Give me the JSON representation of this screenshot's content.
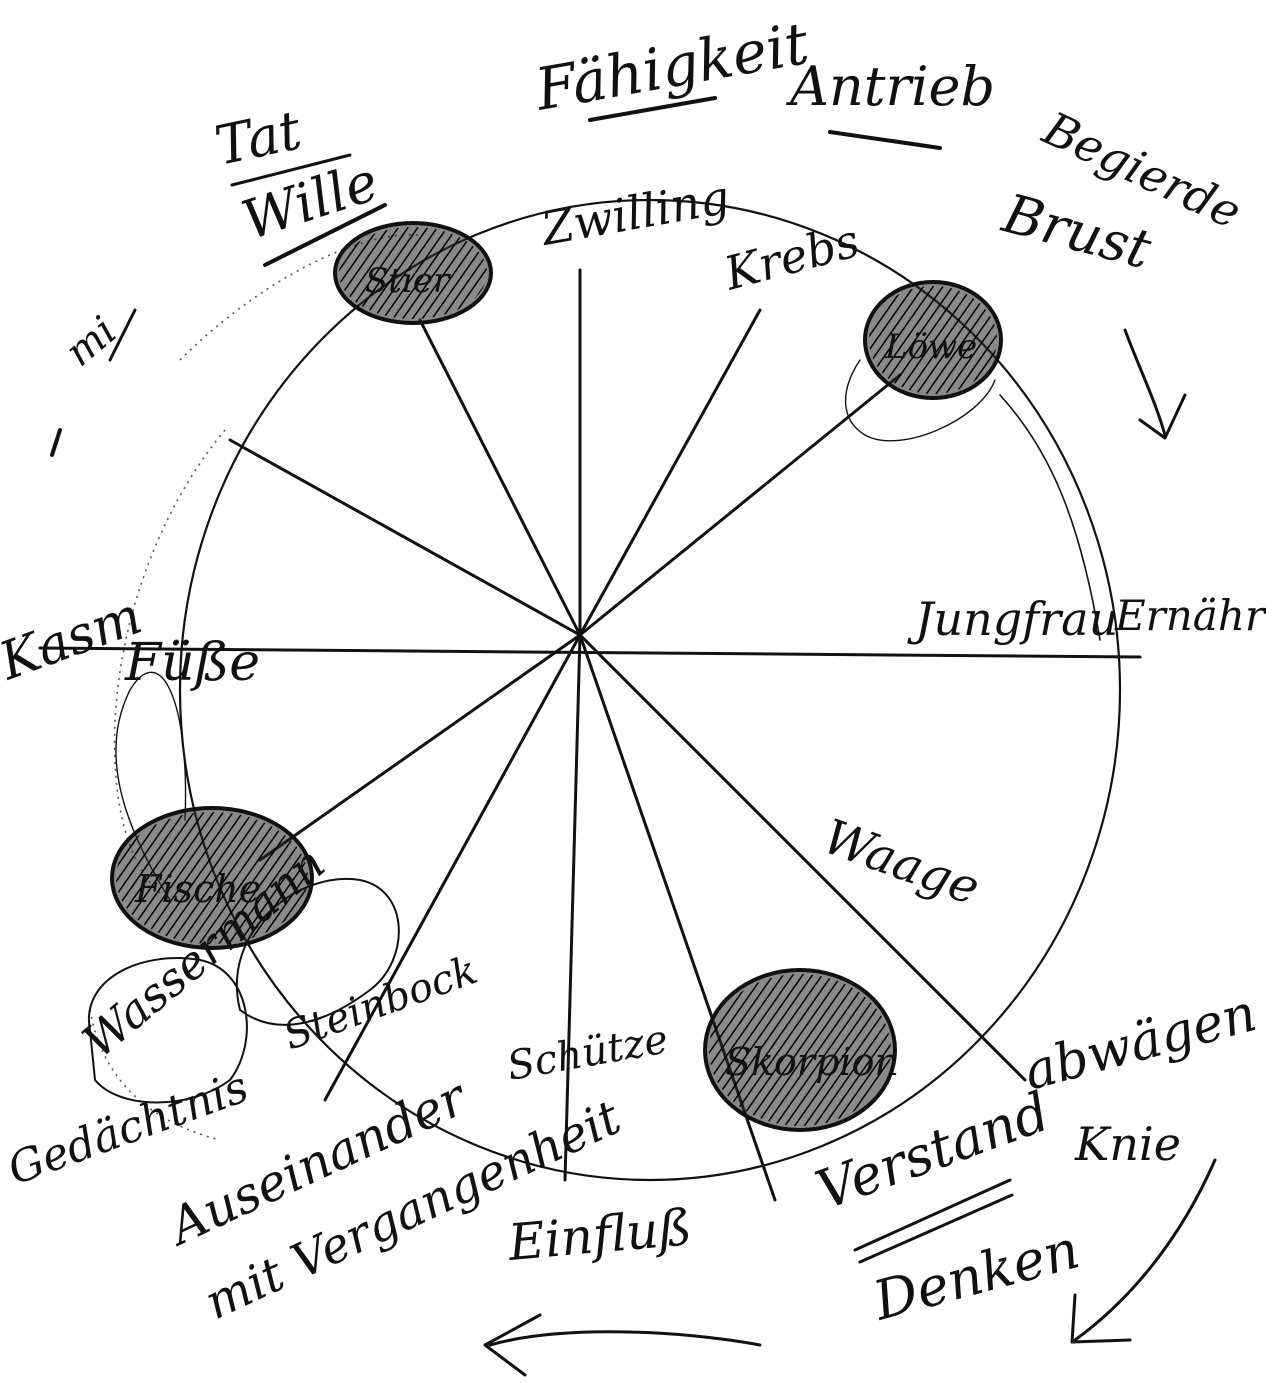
{
  "diagram": {
    "labels": {
      "top_tat": "Tat",
      "top_wille": "Wille",
      "top_faehigkeit": "Fähigkeit",
      "top_antrieb": "Antrieb",
      "top_begierde": "Begierde",
      "top_brust": "Brust",
      "left_mi": "mi",
      "zwilling": "Zwilling",
      "krebs": "Krebs",
      "left_kasm": "Kasm",
      "left_fuesse": "Füße",
      "jungfrau": "Jungfrau",
      "right_ernaehrung": "Ernährung",
      "waage": "Waage",
      "abwaegen": "abwägen",
      "knie": "Knie",
      "verstand": "Verstand",
      "denken": "Denken",
      "einfluss": "Einfluß",
      "schuetze": "Schütze",
      "steinbock": "Steinbock",
      "wassermann": "Wassermann",
      "gedaechtnis": "Gedächtnis",
      "auseinander_1": "Auseinander",
      "auseinander_2": "mit Vergangenheit",
      "blob_top_left": "Stier",
      "blob_top_right": "Löwe",
      "blob_left": "Fische",
      "blob_bottom_right": "Skorpion"
    }
  }
}
